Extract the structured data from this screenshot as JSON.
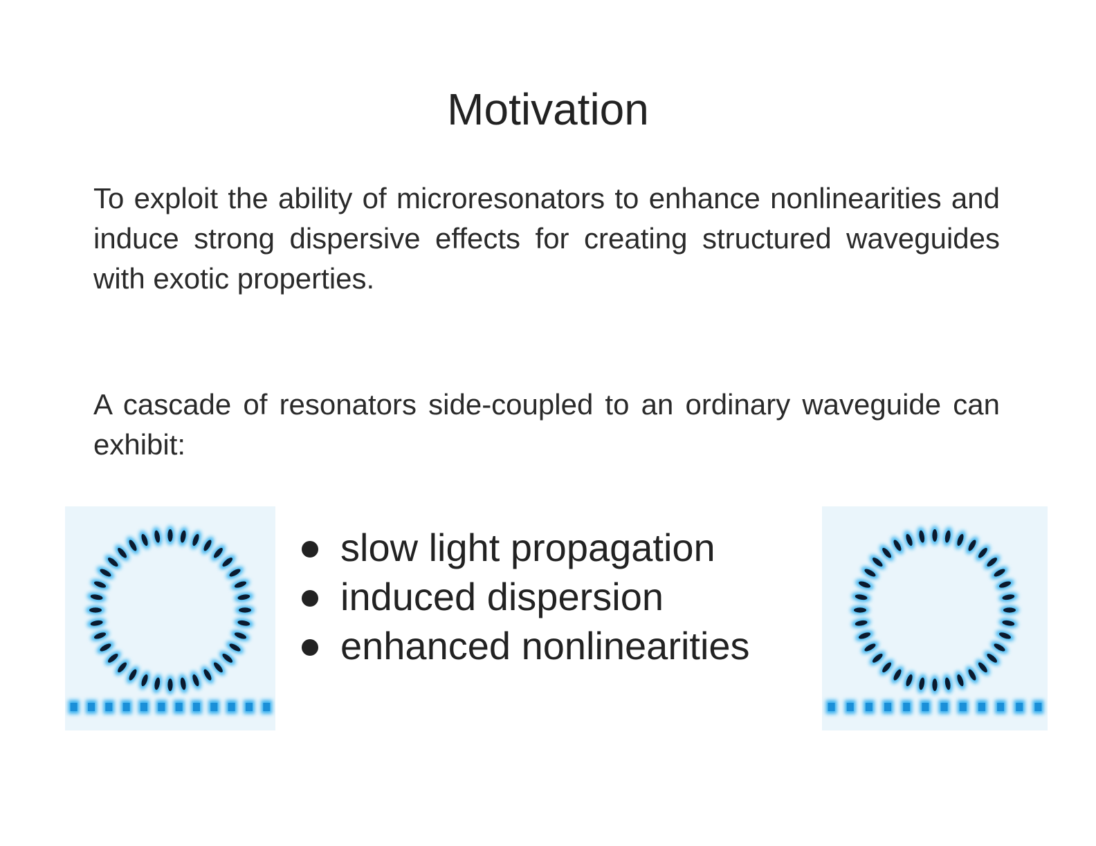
{
  "slide": {
    "title": "Motivation",
    "paragraph_1": "To exploit the ability of microresonators to enhance nonlinearities and induce strong dispersive effects for creating structured  waveguides with exotic properties.",
    "paragraph_2": "A cascade of resonators side-coupled to an ordinary waveguide can exhibit:",
    "bullets": [
      "slow light propagation",
      "induced dispersion",
      "enhanced nonlinearities"
    ],
    "figures": {
      "left": "ring-resonator-field-image",
      "right": "ring-resonator-field-image"
    }
  },
  "colors": {
    "text": "#222222",
    "field_background": "#eaf5fb",
    "field_glow": "#22aaee",
    "field_core": "#0b1a2e"
  }
}
